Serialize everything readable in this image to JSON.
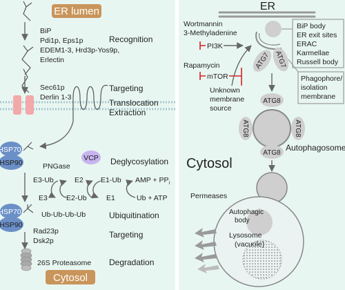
{
  "er_lumen_label": "ER lumen",
  "cytosol_badge_label": "Cytosol",
  "erad": {
    "recognition_factors": [
      "BiP",
      "Pdi1p, Eps1p",
      "EDEM1-3, Hrd3p-Yos9p,",
      "Erlectin"
    ],
    "stage_recognition": "Recognition",
    "targeting_factors": [
      "Sec61p",
      "Derlin 1-3"
    ],
    "stage_targeting": "Targeting",
    "stage_translocation": [
      "Translocation",
      "Extraction"
    ],
    "hsp70": "HSP70",
    "hsp90": "HSP90",
    "pngase": "PNGase",
    "vcp": "VCP",
    "stage_deglycosylation": "Deglycosylation",
    "e3_ub": "E3-Ub",
    "e2": "E2",
    "e1_ub": "E1-Ub",
    "amp_pp": "AMP + PP",
    "amp_pp_sub": "i",
    "e3": "E3",
    "e2_ub": "E2-Ub",
    "e1": "E1",
    "ub_atp": "Ub + ATP",
    "ub_chain": "Ub-Ub-Ub-Ub",
    "stage_ubiquitination": "Ubiquitination",
    "targeting2_factors": [
      "Rad23p",
      "Dsk2p"
    ],
    "stage_targeting2": "Targeting",
    "proteasome": "26S Proteasome",
    "stage_degradation": "Degradation"
  },
  "autophagy": {
    "er_label": "ER",
    "inhibitors_1": [
      "Wortmannin",
      "3-Methyladenine"
    ],
    "pi3k": "PI3K",
    "rapamycin": "Rapamycin",
    "mtor": "mTOR",
    "unknown_source": [
      "Unknown",
      "membrane",
      "source"
    ],
    "bip_box": [
      "BiP body",
      "ER exit sites",
      "ERAC",
      "Karmellae",
      "Russell body"
    ],
    "atg7": "ATG7",
    "phagophore": [
      "Phagophore/",
      "isolation",
      "membrane"
    ],
    "atg8": "ATG8",
    "autophagosome": "Autophagosome",
    "cytosol": "Cytosol",
    "permeases": "Permeases",
    "autophagic_body": [
      "Autophagic",
      "body"
    ],
    "lysosome": [
      "Lysosome",
      "(vacuole)"
    ]
  },
  "colors": {
    "background": "#e8f6f2",
    "badge": "#c9955a",
    "hsp_blue": "#6b8fc7",
    "vcp_purple": "#c8b4f0",
    "translocon_pink": "#f3a9a9",
    "inhibitor_red": "#d42020",
    "atg_gray": "#cfcfcf",
    "vesicle_gray": "#bdbdbd"
  }
}
